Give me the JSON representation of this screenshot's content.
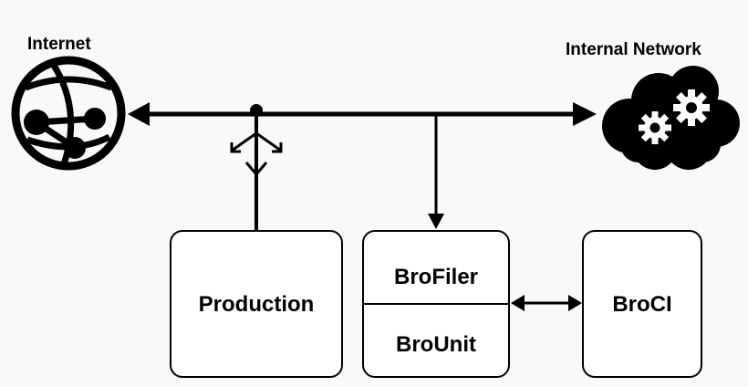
{
  "nodes": {
    "internet": {
      "label": "Internet",
      "icon": "globe-icon"
    },
    "internal_network": {
      "label": "Internal Network",
      "icon": "cloud-gears-icon"
    },
    "production": {
      "label": "Production"
    },
    "brofiler": {
      "label": "BroFiler"
    },
    "brounit": {
      "label": "BroUnit"
    },
    "broci": {
      "label": "BroCI"
    }
  },
  "colors": {
    "stroke": "#000000",
    "fill": "#ffffff",
    "background": "#f9f9f9"
  }
}
